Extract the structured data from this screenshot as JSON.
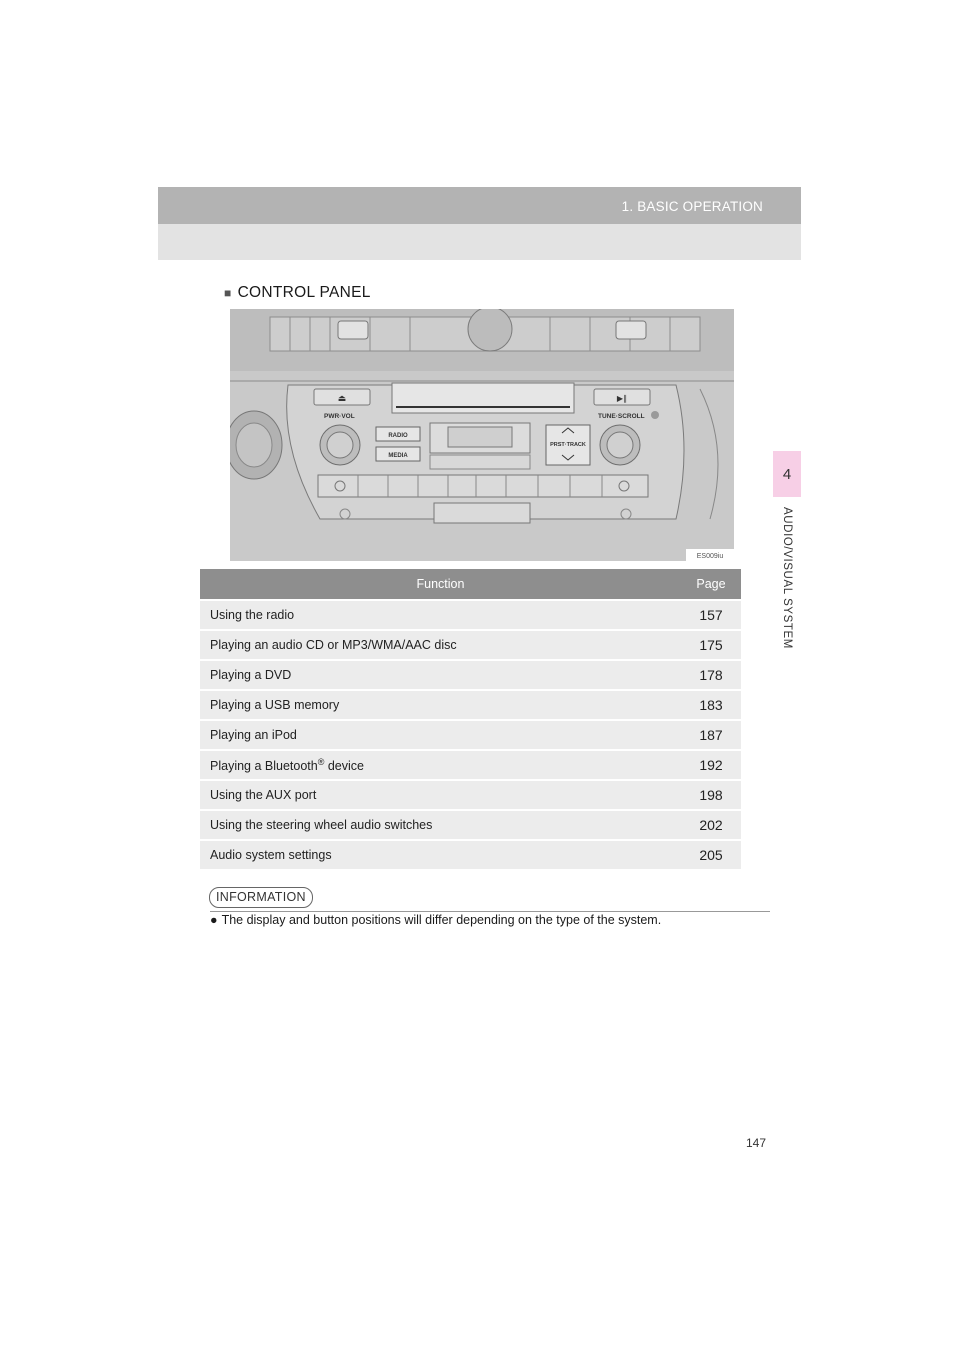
{
  "header": {
    "title": "1. BASIC OPERATION"
  },
  "side_tab": {
    "number": "4",
    "label": "AUDIO/VISUAL SYSTEM"
  },
  "section": {
    "bullet": "■",
    "title": "CONTROL PANEL"
  },
  "panel_image": {
    "labels": {
      "pwr_vol": "PWR·VOL",
      "tune_scroll": "TUNE·SCROLL",
      "radio": "RADIO",
      "media": "MEDIA",
      "prst_track": "PRST·TRACK",
      "eject": "⏏",
      "play_pause": "▶∥",
      "code": "ES009iu"
    }
  },
  "table": {
    "headers": [
      "Function",
      "Page"
    ],
    "rows": [
      {
        "function": "Using the radio",
        "page": "157"
      },
      {
        "function": "Playing an audio CD or MP3/WMA/AAC disc",
        "page": "175"
      },
      {
        "function": "Playing a DVD",
        "page": "178"
      },
      {
        "function": "Playing a USB memory",
        "page": "183"
      },
      {
        "function": "Playing an iPod",
        "page": "187"
      },
      {
        "function": "Playing a Bluetooth® device",
        "page": "192",
        "pre": "Playing a Bluetooth",
        "sup": "®",
        "post": " device"
      },
      {
        "function": "Using the AUX port",
        "page": "198"
      },
      {
        "function": "Using the steering wheel audio switches",
        "page": "202"
      },
      {
        "function": "Audio system settings",
        "page": "205"
      }
    ]
  },
  "information": {
    "label": "INFORMATION",
    "bullet": "●",
    "text": "The display and button positions will differ depending on the type of the system."
  },
  "page_number": "147"
}
